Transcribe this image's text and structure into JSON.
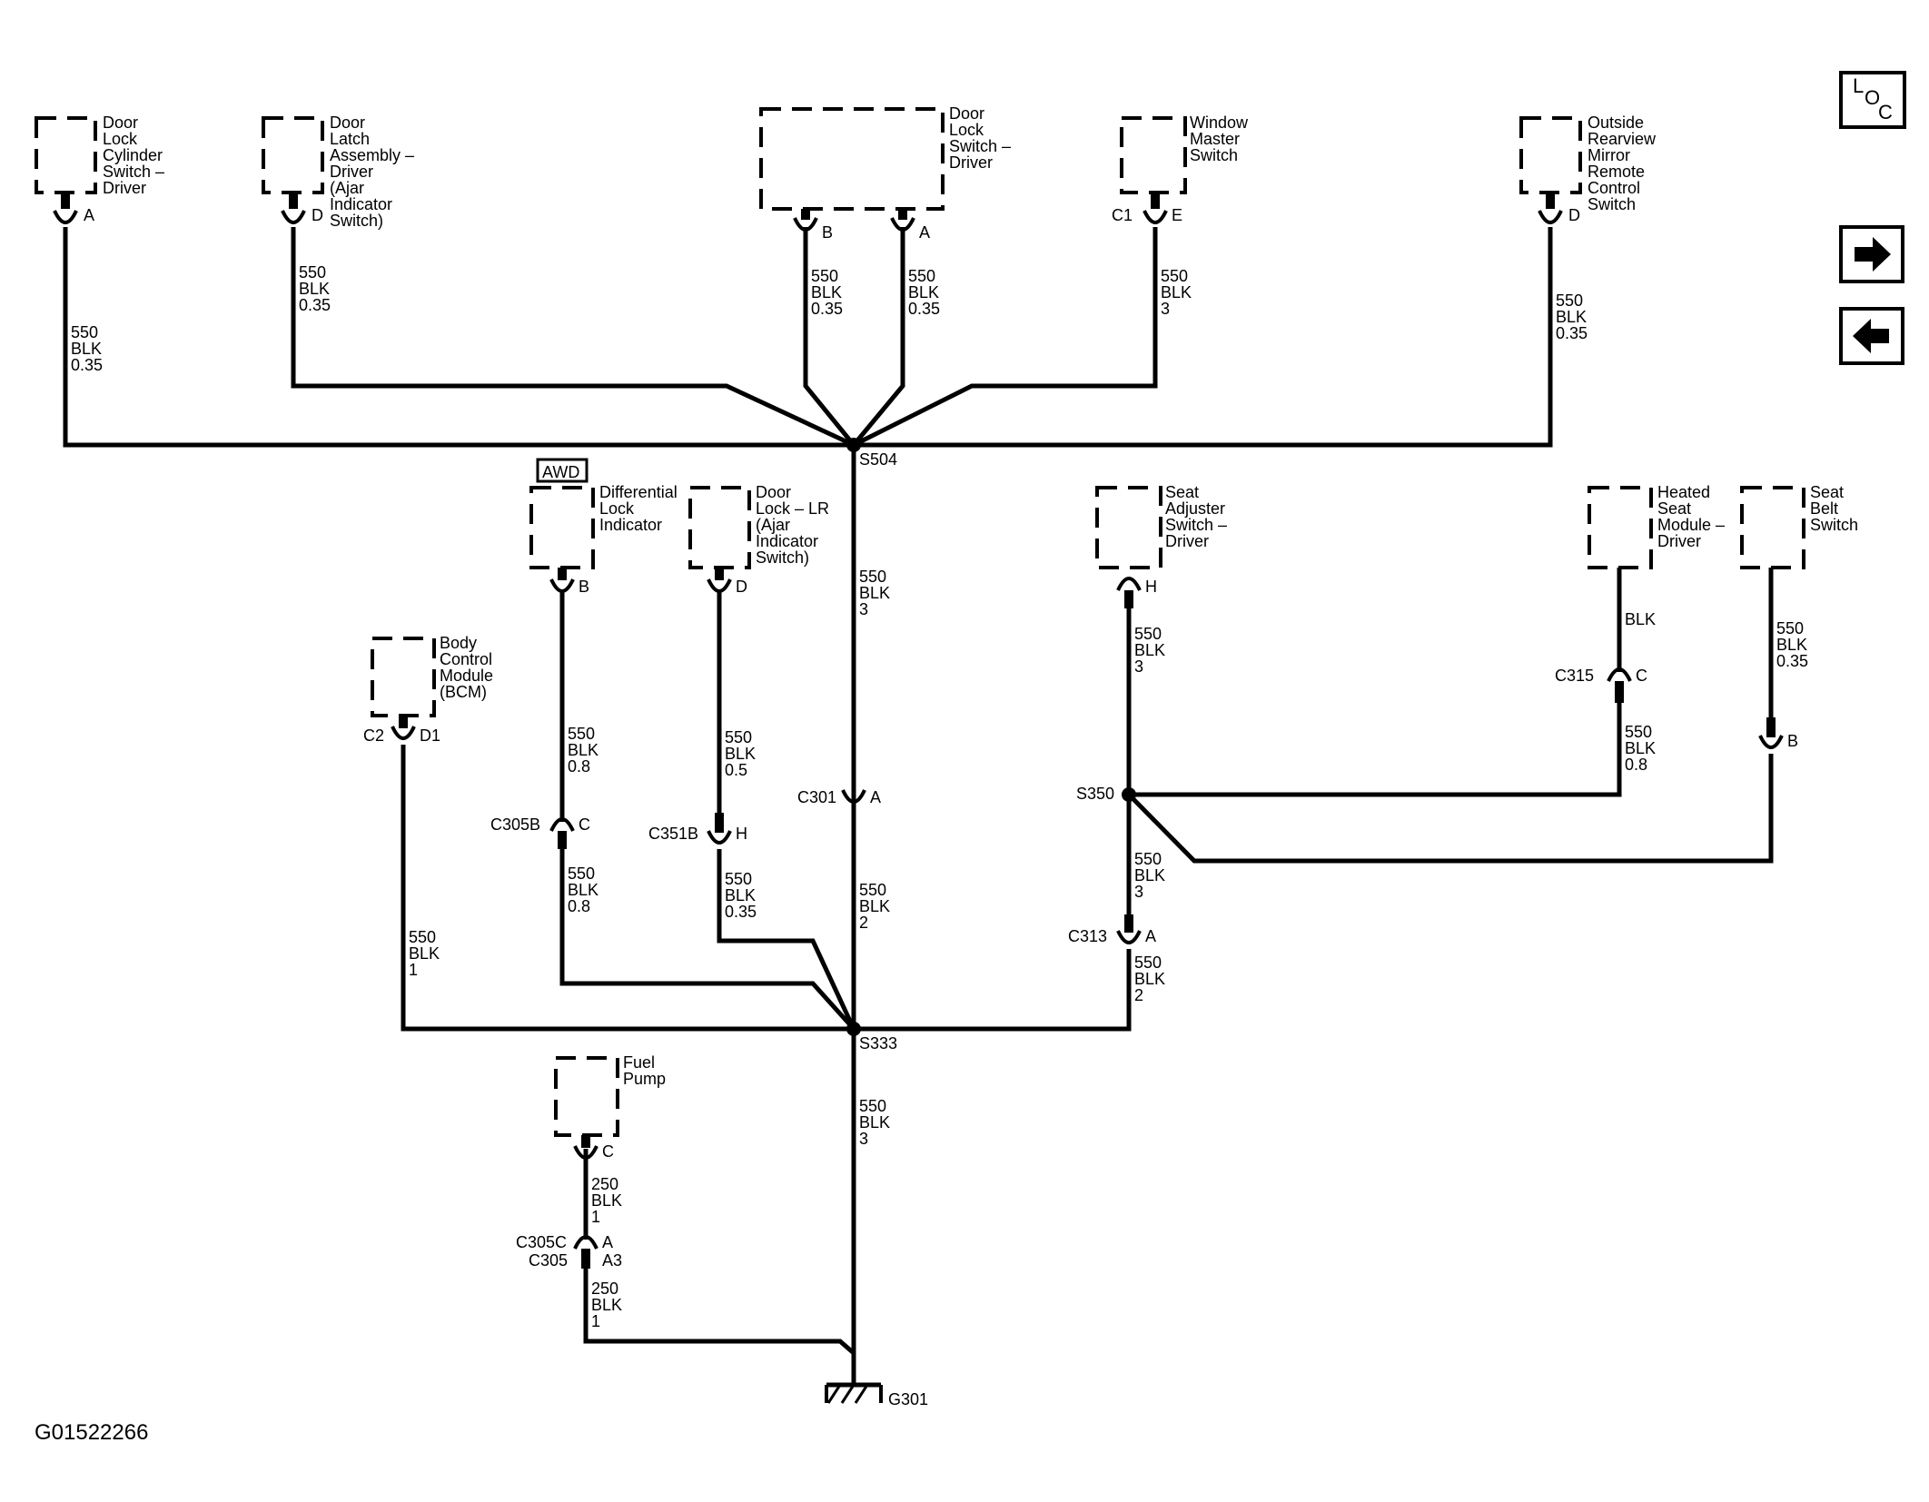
{
  "diagram_id": "G01522266",
  "nav": {
    "loc": [
      "L",
      "O",
      "C"
    ]
  },
  "awd_tag": "AWD",
  "components": {
    "door_lock_cyl": [
      "Door",
      "Lock",
      "Cylinder",
      "Switch –",
      "Driver"
    ],
    "door_latch": [
      "Door",
      "Latch",
      "Assembly –",
      "Driver",
      "(Ajar",
      "Indicator",
      "Switch)"
    ],
    "door_lock_switch": [
      "Door",
      "Lock",
      "Switch –",
      "Driver"
    ],
    "window_master": [
      "Window",
      "Master",
      "Switch"
    ],
    "mirror_switch": [
      "Outside",
      "Rearview",
      "Mirror",
      "Remote",
      "Control",
      "Switch"
    ],
    "diff_lock": [
      "Differential",
      "Lock",
      "Indicator"
    ],
    "door_lock_lr": [
      "Door",
      "Lock – LR",
      "(Ajar",
      "Indicator",
      "Switch)"
    ],
    "bcm": [
      "Body",
      "Control",
      "Module",
      "(BCM)"
    ],
    "seat_adjuster": [
      "Seat",
      "Adjuster",
      "Switch –",
      "Driver"
    ],
    "heated_seat": [
      "Heated",
      "Seat",
      "Module –",
      "Driver"
    ],
    "seat_belt": [
      "Seat",
      "Belt",
      "Switch"
    ],
    "fuel_pump": [
      "Fuel",
      "Pump"
    ]
  },
  "pins": {
    "cyl": "A",
    "latch": "D",
    "dls_b": "B",
    "dls_a": "A",
    "win_c": "C1",
    "win_e": "E",
    "mirror": "D",
    "diff": "B",
    "lr": "D",
    "bcm_c": "C2",
    "bcm_d": "D1",
    "seat_adj": "H",
    "c315_c": "C",
    "belt": "B",
    "fuel": "C",
    "c305b": "C305B",
    "c305b_pin": "C",
    "c351b": "C351B",
    "c351b_pin": "H",
    "c301": "C301",
    "c301_pin": "A",
    "c313": "C313",
    "c313_pin": "A",
    "c315": "C315",
    "c305c": "C305C",
    "c305": "C305",
    "c305c_pin": "A",
    "c305_pin": "A3"
  },
  "wires": {
    "cyl": [
      "550",
      "BLK",
      "0.35"
    ],
    "latch": [
      "550",
      "BLK",
      "0.35"
    ],
    "dls_b": [
      "550",
      "BLK",
      "0.35"
    ],
    "dls_a": [
      "550",
      "BLK",
      "0.35"
    ],
    "win": [
      "550",
      "BLK",
      "3"
    ],
    "mirror": [
      "550",
      "BLK",
      "0.35"
    ],
    "s504_s333_a": [
      "550",
      "BLK",
      "3"
    ],
    "s504_s333_b": [
      "550",
      "BLK",
      "2"
    ],
    "diff_a": [
      "550",
      "BLK",
      "0.8"
    ],
    "diff_b": [
      "550",
      "BLK",
      "0.8"
    ],
    "lr_a": [
      "550",
      "BLK",
      "0.5"
    ],
    "lr_b": [
      "550",
      "BLK",
      "0.35"
    ],
    "bcm": [
      "550",
      "BLK",
      "1"
    ],
    "seat_adj": [
      "550",
      "BLK",
      "3"
    ],
    "heated_top": [
      "BLK"
    ],
    "heated_bot": [
      "550",
      "BLK",
      "0.8"
    ],
    "belt": [
      "550",
      "BLK",
      "0.35"
    ],
    "s350_c313": [
      "550",
      "BLK",
      "3"
    ],
    "c313_s333": [
      "550",
      "BLK",
      "2"
    ],
    "s333_g301": [
      "550",
      "BLK",
      "3"
    ],
    "fuel_a": [
      "250",
      "BLK",
      "1"
    ],
    "fuel_b": [
      "250",
      "BLK",
      "1"
    ]
  },
  "splices": {
    "s504": "S504",
    "s333": "S333",
    "s350": "S350",
    "g301": "G301"
  }
}
